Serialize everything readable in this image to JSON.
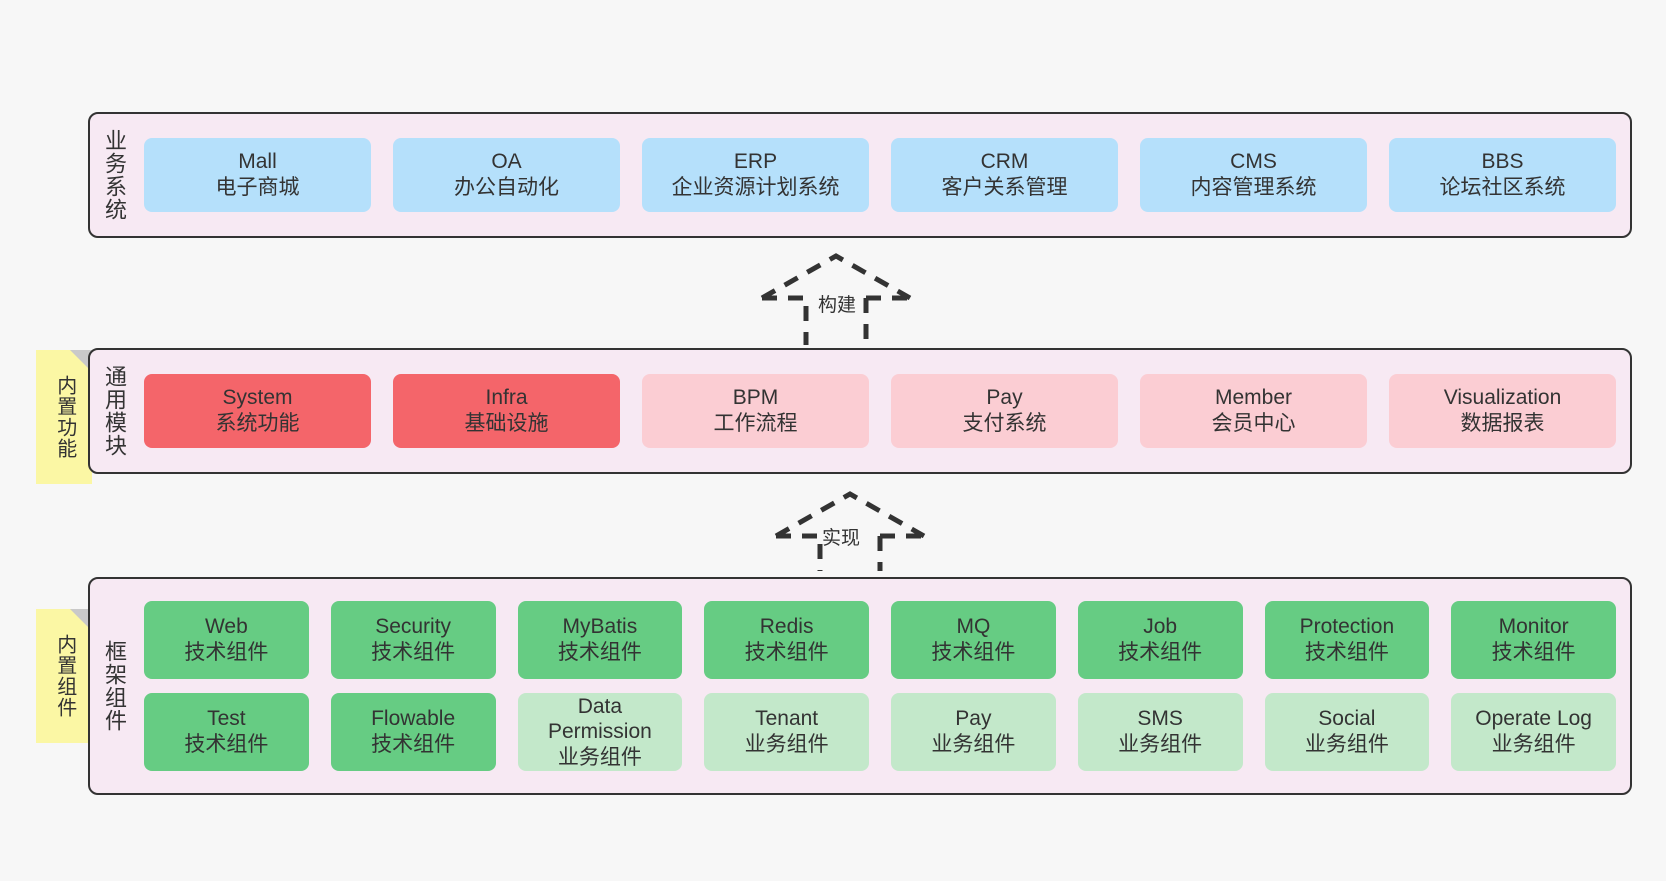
{
  "diagram": {
    "background": "#f7f7f7",
    "panel_fill": "#f7e9f3",
    "panel_border": "#333333",
    "note_fill": "#fbf7a4"
  },
  "layers": [
    {
      "id": "business",
      "title": "业务系统",
      "rows": [
        {
          "cards": [
            {
              "en": "Mall",
              "cn": "电子商城",
              "color": "#b5e0fb",
              "variant": "c-blue"
            },
            {
              "en": "OA",
              "cn": "办公自动化",
              "color": "#b5e0fb",
              "variant": "c-blue"
            },
            {
              "en": "ERP",
              "cn": "企业资源计划系统",
              "color": "#b5e0fb",
              "variant": "c-blue"
            },
            {
              "en": "CRM",
              "cn": "客户关系管理",
              "color": "#b5e0fb",
              "variant": "c-blue"
            },
            {
              "en": "CMS",
              "cn": "内容管理系统",
              "color": "#b5e0fb",
              "variant": "c-blue"
            },
            {
              "en": "BBS",
              "cn": "论坛社区系统",
              "color": "#b5e0fb",
              "variant": "c-blue"
            }
          ]
        }
      ]
    },
    {
      "id": "common",
      "title": "通用模块",
      "note": "内置功能",
      "rows": [
        {
          "cards": [
            {
              "en": "System",
              "cn": "系统功能",
              "color": "#f4656a",
              "variant": "c-red"
            },
            {
              "en": "Infra",
              "cn": "基础设施",
              "color": "#f4656a",
              "variant": "c-red"
            },
            {
              "en": "BPM",
              "cn": "工作流程",
              "color": "#fbcdd3",
              "variant": "c-pink"
            },
            {
              "en": "Pay",
              "cn": "支付系统",
              "color": "#fbcdd3",
              "variant": "c-pink"
            },
            {
              "en": "Member",
              "cn": "会员中心",
              "color": "#fbcdd3",
              "variant": "c-pink"
            },
            {
              "en": "Visualization",
              "cn": "数据报表",
              "color": "#fbcdd3",
              "variant": "c-pink"
            }
          ]
        }
      ]
    },
    {
      "id": "framework",
      "title": "框架组件",
      "note": "内置组件",
      "rows": [
        {
          "cards": [
            {
              "en": "Web",
              "cn": "技术组件",
              "color": "#66cc83",
              "variant": "c-green"
            },
            {
              "en": "Security",
              "cn": "技术组件",
              "color": "#66cc83",
              "variant": "c-green"
            },
            {
              "en": "MyBatis",
              "cn": "技术组件",
              "color": "#66cc83",
              "variant": "c-green"
            },
            {
              "en": "Redis",
              "cn": "技术组件",
              "color": "#66cc83",
              "variant": "c-green"
            },
            {
              "en": "MQ",
              "cn": "技术组件",
              "color": "#66cc83",
              "variant": "c-green"
            },
            {
              "en": "Job",
              "cn": "技术组件",
              "color": "#66cc83",
              "variant": "c-green"
            },
            {
              "en": "Protection",
              "cn": "技术组件",
              "color": "#66cc83",
              "variant": "c-green"
            },
            {
              "en": "Monitor",
              "cn": "技术组件",
              "color": "#66cc83",
              "variant": "c-green"
            }
          ]
        },
        {
          "cards": [
            {
              "en": "Test",
              "cn": "技术组件",
              "color": "#66cc83",
              "variant": "c-green"
            },
            {
              "en": "Flowable",
              "cn": "技术组件",
              "color": "#66cc83",
              "variant": "c-green"
            },
            {
              "en": "Data Permission",
              "cn": "业务组件",
              "color": "#c3e8ca",
              "variant": "c-greenlight"
            },
            {
              "en": "Tenant",
              "cn": "业务组件",
              "color": "#c3e8ca",
              "variant": "c-greenlight"
            },
            {
              "en": "Pay",
              "cn": "业务组件",
              "color": "#c3e8ca",
              "variant": "c-greenlight"
            },
            {
              "en": "SMS",
              "cn": "业务组件",
              "color": "#c3e8ca",
              "variant": "c-greenlight"
            },
            {
              "en": "Social",
              "cn": "业务组件",
              "color": "#c3e8ca",
              "variant": "c-greenlight"
            },
            {
              "en": "Operate Log",
              "cn": "业务组件",
              "color": "#c3e8ca",
              "variant": "c-greenlight"
            }
          ]
        }
      ]
    }
  ],
  "arrows": [
    {
      "id": "build",
      "label": "构建",
      "style": "dashed-hollow-triangle",
      "direction": "up"
    },
    {
      "id": "impl",
      "label": "实现",
      "style": "dashed-hollow-triangle",
      "direction": "up"
    }
  ]
}
